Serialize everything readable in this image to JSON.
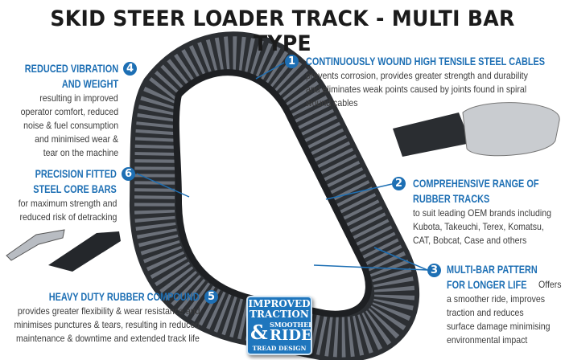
{
  "title": "SKID STEER LOADER TRACK - MULTI BAR TYPE",
  "features": [
    {
      "number": "1",
      "heading": "CONTINUOUSLY WOUND HIGH TENSILE STEEL CABLES",
      "body": [
        "prevents corrosion, provides greater strength and durability",
        "and eliminates weak points caused by joints found in spiral",
        "wound cables"
      ]
    },
    {
      "number": "2",
      "heading": [
        "COMPREHENSIVE RANGE OF",
        "RUBBER TRACKS"
      ],
      "body": [
        "to suit leading OEM brands including",
        "Kubota, Takeuchi, Terex, Komatsu,",
        "CAT, Bobcat, Case and others"
      ]
    },
    {
      "number": "3",
      "heading": [
        "MULTI-BAR PATTERN",
        "FOR LONGER LIFE"
      ],
      "body_inline": "Offers",
      "body": [
        "a smoother ride, improves",
        "traction and reduces",
        "surface damage minimising",
        "environmental impact"
      ]
    },
    {
      "number": "4",
      "heading": [
        "REDUCED VIBRATION",
        "AND WEIGHT"
      ],
      "body": [
        "resulting in improved",
        "operator comfort, reduced",
        "noise & fuel consumption",
        "and minimised wear &",
        "tear on the machine"
      ]
    },
    {
      "number": "5",
      "heading": "HEAVY DUTY RUBBER COMPOUND",
      "body": [
        "provides greater flexibility & wear resistance and",
        "minimises punctures & tears, resulting in reduced",
        "maintenance & downtime and extended track life"
      ]
    },
    {
      "number": "6",
      "heading": [
        "PRECISION FITTED",
        "STEEL CORE BARS"
      ],
      "body": [
        "for maximum strength and",
        "reduced risk of detracking"
      ]
    }
  ],
  "badge": {
    "line1": "IMPROVED",
    "line2": "TRACTION",
    "amp": "&",
    "smoother": "SMOOTHER",
    "ride": "RIDE",
    "tread": "TREAD DESIGN"
  },
  "colors": {
    "accent": "#1d6fb4",
    "title": "#1b1b1b",
    "body": "#3c3c3c"
  }
}
